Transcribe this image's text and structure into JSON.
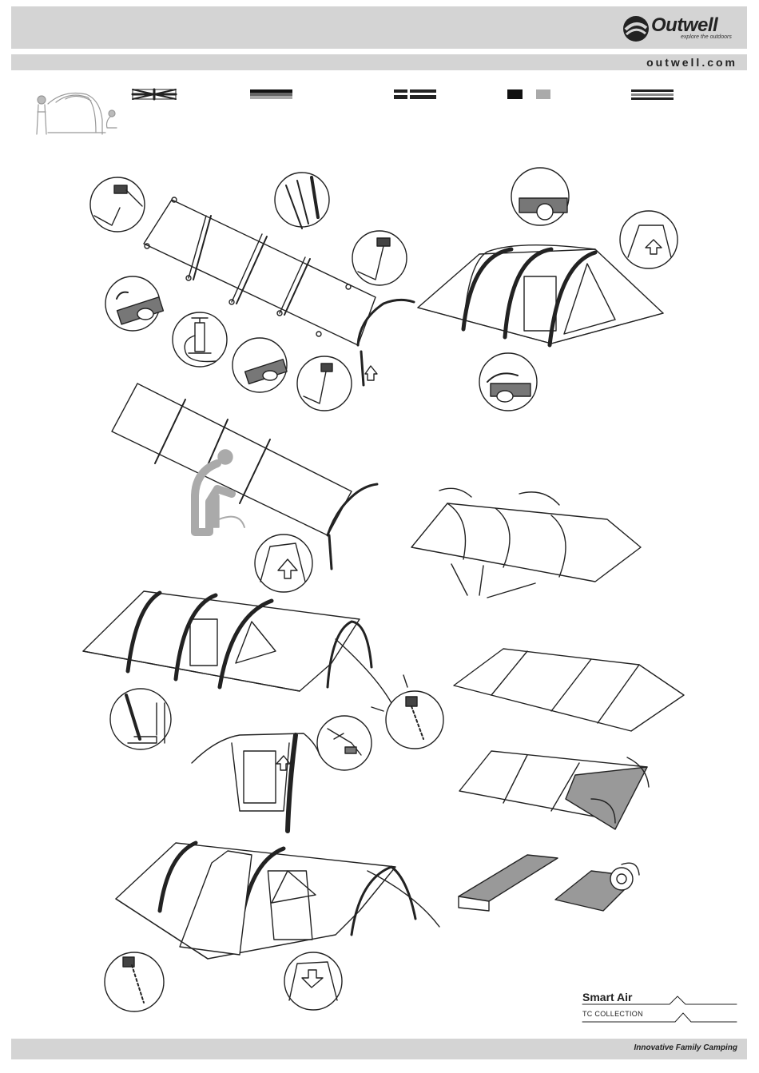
{
  "header": {
    "brand": "Outwell",
    "tagline": "explore the outdoors",
    "website": "outwell.com"
  },
  "product": {
    "name": "Smart Air",
    "collection": "TC COLLECTION"
  },
  "footer": {
    "slogan": "Innovative Family Camping"
  },
  "icons": [
    "people-setup-icon",
    "uk-flag-icon",
    "german-flag-icon",
    "dutch-flag-icon",
    "danish-flag-icon",
    "french-flag-icon",
    "mallet-icon",
    "tent-peg-icon",
    "valve-icon",
    "air-pump-icon",
    "door-icon",
    "rotate-arrow-icon"
  ],
  "colors": {
    "band": "#d4d4d4",
    "ink": "#222222",
    "shade": "#9b9b9b"
  }
}
